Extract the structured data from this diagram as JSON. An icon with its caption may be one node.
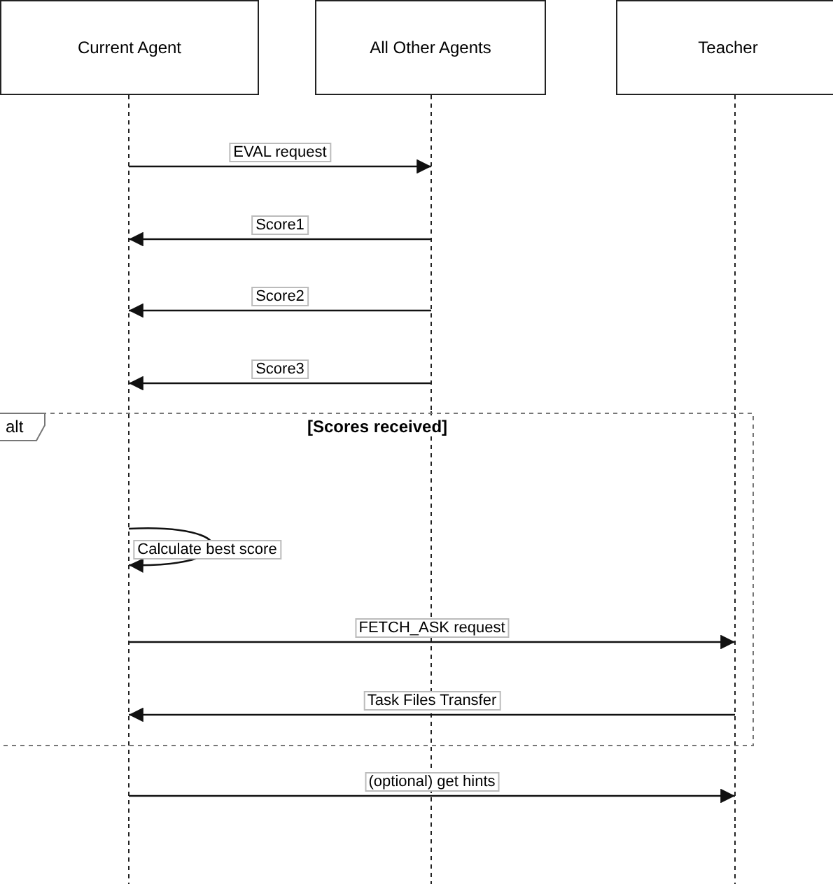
{
  "diagram": {
    "nodes": [
      {
        "text": [
          "Current Agent"
        ]
      },
      {
        "text": [
          "All Other Agents"
        ]
      },
      {
        "text": [
          "Teacher"
        ]
      }
    ],
    "labels": [
      "alt",
      "[Scores received]"
    ],
    "edges": [
      {
        "from": 0,
        "to": 1,
        "arrow": "to",
        "label": "EVAL request"
      },
      {
        "from": 1,
        "to": 0,
        "arrow": "to",
        "label": "Score1"
      },
      {
        "from": 1,
        "to": 0,
        "arrow": "to",
        "label": "Score2"
      },
      {
        "from": 1,
        "to": 0,
        "arrow": "to",
        "label": "Score3"
      },
      {
        "from": 0,
        "to": 0,
        "arrow": "to",
        "label": "Calculate best score"
      },
      {
        "from": 0,
        "to": 2,
        "arrow": "to",
        "label": "FETCH_ASK request"
      },
      {
        "from": 2,
        "to": 0,
        "arrow": "to",
        "label": "Task Files Transfer"
      },
      {
        "from": 0,
        "to": 2,
        "arrow": "to",
        "label": "(optional) get hints"
      }
    ]
  }
}
